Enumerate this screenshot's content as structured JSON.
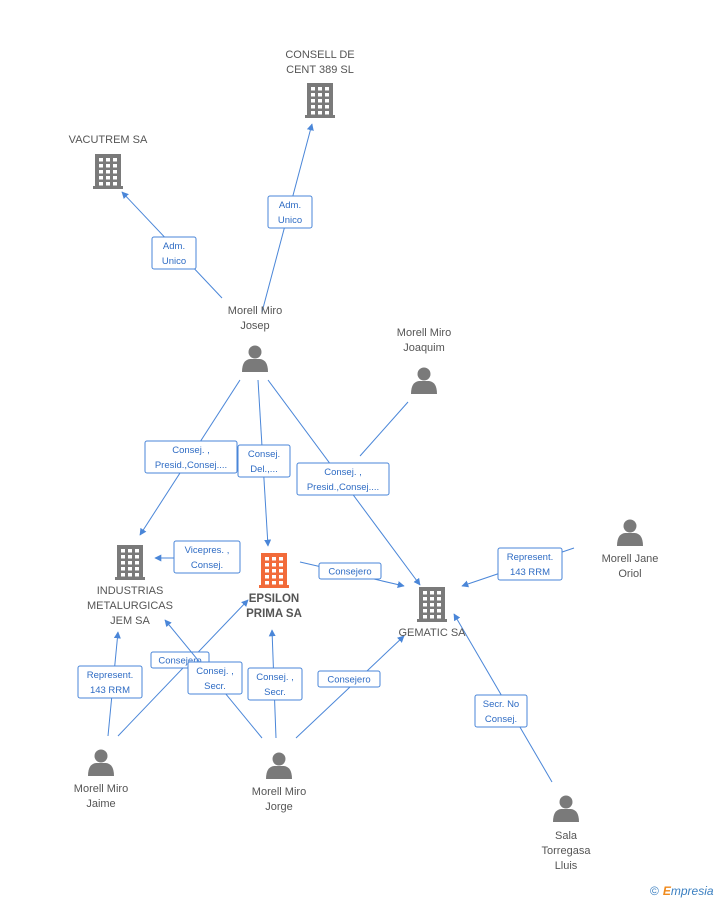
{
  "colors": {
    "edge": "#4a86d8",
    "company": "#7a7a7a",
    "company_center": "#f26b3a",
    "person": "#7a7a7a",
    "brand_orange": "#f08a1c",
    "brand_blue": "#3a7fc1"
  },
  "nodes": [
    {
      "id": "consell",
      "type": "company",
      "lines": [
        "CONSELL DE",
        "CENT 389 SL"
      ],
      "icon": "building-icon"
    },
    {
      "id": "vacutrem",
      "type": "company",
      "lines": [
        "VACUTREM SA"
      ],
      "icon": "building-icon"
    },
    {
      "id": "josep",
      "type": "person",
      "lines": [
        "Morell Miro",
        "Josep"
      ],
      "icon": "person-icon"
    },
    {
      "id": "joaquim",
      "type": "person",
      "lines": [
        "Morell Miro",
        "Joaquim"
      ],
      "icon": "person-icon"
    },
    {
      "id": "industrias",
      "type": "company",
      "lines": [
        "INDUSTRIAS",
        "METALURGICAS",
        "JEM SA"
      ],
      "icon": "building-icon"
    },
    {
      "id": "epsilon",
      "type": "company_center",
      "lines": [
        "EPSILON",
        "PRIMA SA"
      ],
      "icon": "building-icon"
    },
    {
      "id": "gematic",
      "type": "company",
      "lines": [
        "GEMATIC SA"
      ],
      "icon": "building-icon"
    },
    {
      "id": "jane",
      "type": "person",
      "lines": [
        "Morell Jane",
        "Oriol"
      ],
      "icon": "person-icon"
    },
    {
      "id": "jaime",
      "type": "person",
      "lines": [
        "Morell Miro",
        "Jaime"
      ],
      "icon": "person-icon"
    },
    {
      "id": "jorge",
      "type": "person",
      "lines": [
        "Morell Miro",
        "Jorge"
      ],
      "icon": "person-icon"
    },
    {
      "id": "sala",
      "type": "person",
      "lines": [
        "Sala",
        "Torregasa",
        "Lluis"
      ],
      "icon": "person-icon"
    }
  ],
  "edges": [
    {
      "lines": [
        "Adm.",
        "Unico"
      ]
    },
    {
      "lines": [
        "Adm.",
        "Unico"
      ]
    },
    {
      "lines": [
        "Consej. ,",
        "Presid.,Consej...."
      ]
    },
    {
      "lines": [
        "Consej.",
        "Del.,..."
      ]
    },
    {
      "lines": [
        "Consej. ,",
        "Presid.,Consej...."
      ]
    },
    {
      "lines": [
        "Vicepres. ,",
        "Consej."
      ]
    },
    {
      "lines": [
        "Consejero"
      ]
    },
    {
      "lines": [
        "Represent.",
        "143 RRM"
      ]
    },
    {
      "lines": [
        "Represent.",
        "143 RRM"
      ]
    },
    {
      "lines": [
        "Consejero"
      ]
    },
    {
      "lines": [
        "Consej. ,",
        "Secr."
      ]
    },
    {
      "lines": [
        "Consej. ,",
        "Secr."
      ]
    },
    {
      "lines": [
        "Consejero"
      ]
    },
    {
      "lines": [
        "Secr.  No",
        "Consej."
      ]
    },
    {
      "lines": []
    }
  ],
  "brand": {
    "copyright": "©",
    "initial": "E",
    "rest": "mpresia"
  }
}
